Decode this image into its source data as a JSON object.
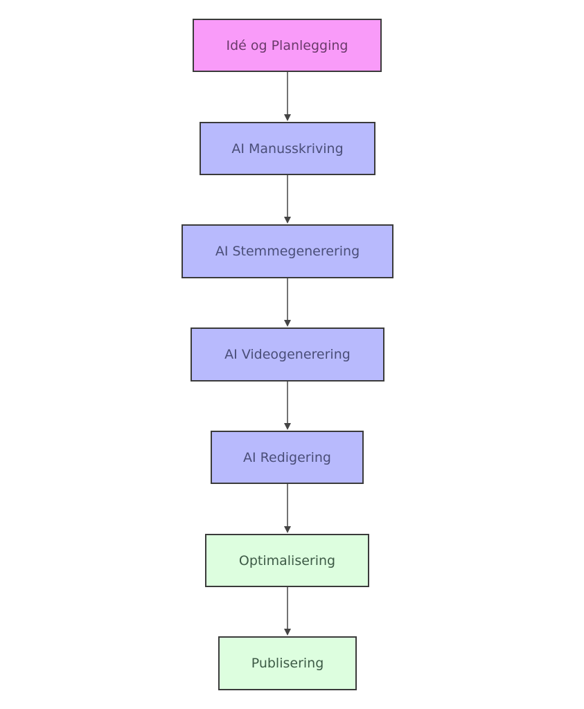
{
  "diagram": {
    "type": "flowchart",
    "direction": "top-to-bottom",
    "colors": {
      "start": "#f99bf9",
      "ai_step": "#b8bafd",
      "final_step": "#ddfedf",
      "border": "#3a3a3a",
      "edge": "#444444"
    },
    "nodes": [
      {
        "id": "ide",
        "label": "Idé og Planlegging",
        "category": "start"
      },
      {
        "id": "manus",
        "label": "AI Manusskriving",
        "category": "ai_step"
      },
      {
        "id": "stemme",
        "label": "AI Stemmegenerering",
        "category": "ai_step"
      },
      {
        "id": "video",
        "label": "AI Videogenerering",
        "category": "ai_step"
      },
      {
        "id": "redigering",
        "label": "AI Redigering",
        "category": "ai_step"
      },
      {
        "id": "optimalisering",
        "label": "Optimalisering",
        "category": "final_step"
      },
      {
        "id": "publisering",
        "label": "Publisering",
        "category": "final_step"
      }
    ],
    "edges": [
      {
        "from": "ide",
        "to": "manus"
      },
      {
        "from": "manus",
        "to": "stemme"
      },
      {
        "from": "stemme",
        "to": "video"
      },
      {
        "from": "video",
        "to": "redigering"
      },
      {
        "from": "redigering",
        "to": "optimalisering"
      },
      {
        "from": "optimalisering",
        "to": "publisering"
      }
    ]
  }
}
